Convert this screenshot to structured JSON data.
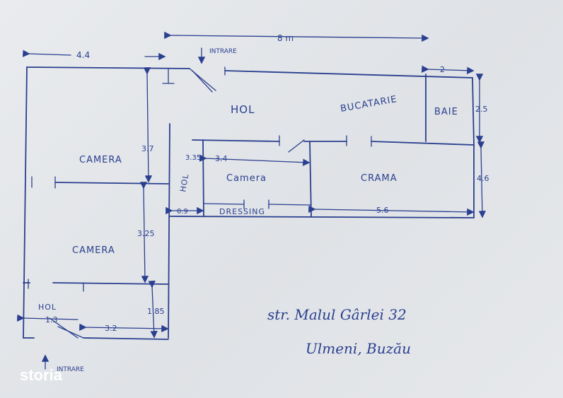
{
  "rooms": {
    "camera_top": "CAMERA",
    "camera_bottom": "CAMERA",
    "camera_middle": "Camera",
    "hol_main": "HOL",
    "hol_small": "HOL",
    "bucatarie": "BUCATARIE",
    "baie": "BAIE",
    "crama": "CRAMA",
    "dressing": "DRESSING",
    "hol_vertical": "HOL"
  },
  "entrances": {
    "top": "INTRARE",
    "bottom": "INTRARE"
  },
  "dimensions": {
    "total_width": "8 m",
    "left_width": "4.4",
    "baie_width": "2",
    "baie_height": "2.5",
    "crama_height": "4.6",
    "crama_width": "5.6",
    "camera_top_height": "3.7",
    "camera_bottom_height": "3.25",
    "hol_small_height": "1.85",
    "hol_small_width": "1.3",
    "bottom_width": "3.2",
    "camera_middle_width": "3.4",
    "camera_middle_height": "3.35",
    "small_gap": "0.9"
  },
  "address": {
    "line1": "str. Malul Gârlei 32",
    "line2": "Ulmeni, Buzău"
  },
  "brand": {
    "name": "storia"
  },
  "colors": {
    "ink": "#2a3f8f",
    "paper": "#e5e7ea"
  }
}
